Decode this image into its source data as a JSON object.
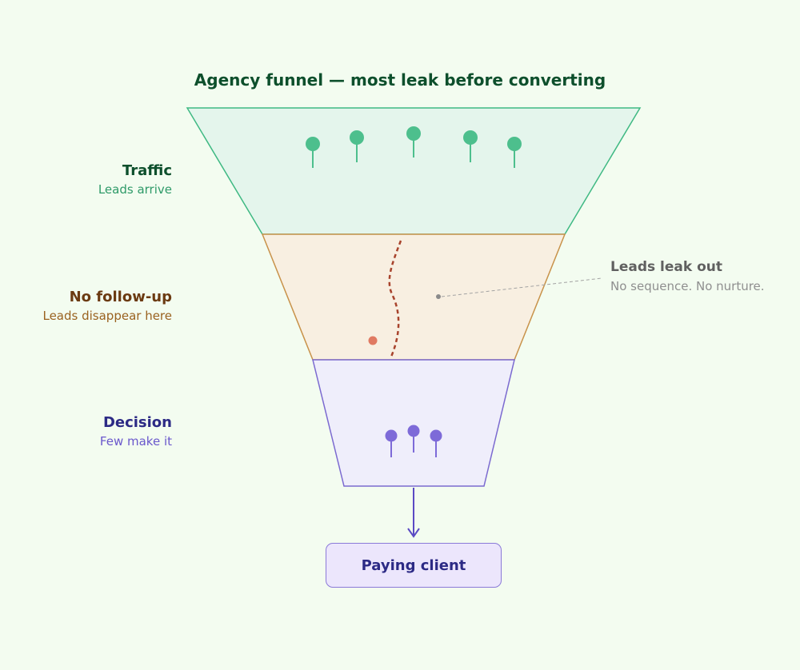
{
  "title": "Agency funnel — most leak before converting",
  "stages": [
    {
      "name": "Traffic",
      "sub": "Leads arrive"
    },
    {
      "name": "No follow-up",
      "sub": "Leads disappear here"
    },
    {
      "name": "Decision",
      "sub": "Few make it"
    }
  ],
  "leak_note": {
    "name": "Leads leak out",
    "sub": "No sequence. No nurture."
  },
  "outcome": "Paying client",
  "colors": {
    "background": "#f3fcf0",
    "traffic_fill": "#e4f5ec",
    "traffic_stroke": "#3fb983",
    "traffic_marker": "#4dbf8d",
    "nofollow_fill": "#f8efe1",
    "nofollow_stroke": "#c8924a",
    "leak_path": "#a8432c",
    "leak_dot": "#e07a62",
    "decision_fill": "#efeefb",
    "decision_stroke": "#7b6ad0",
    "decision_marker": "#7d6ad8",
    "client_fill": "#ece6fc"
  }
}
